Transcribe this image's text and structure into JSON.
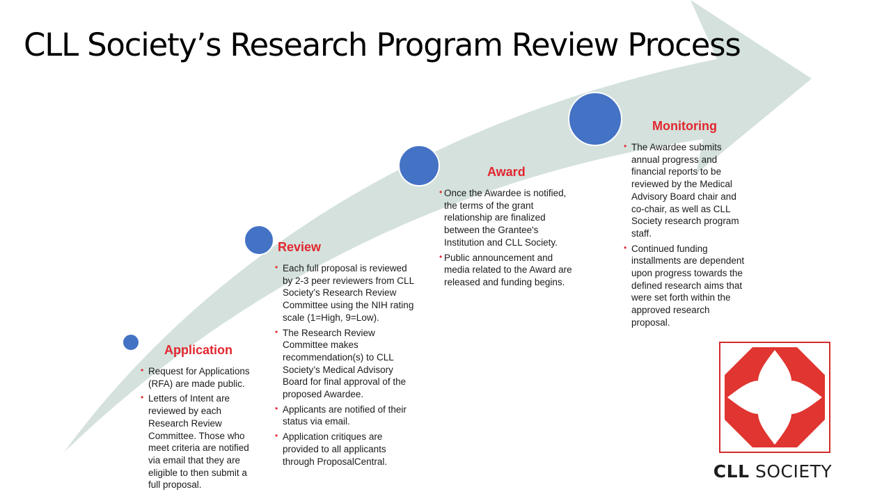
{
  "title": "CLL Society’s Research Program Review Process",
  "colors": {
    "arrow": "#d4e1dc",
    "dot": "#4472c4",
    "heading": "#e3262f",
    "logo_red": "#e03530"
  },
  "stages": [
    {
      "name": "Application",
      "bullets": [
        "Request for Applications (RFA) are made public.",
        "Letters of Intent are reviewed by each Research Review Committee. Those who meet criteria are notified via email that they are eligible to then submit a full proposal."
      ]
    },
    {
      "name": "Review",
      "bullets": [
        "Each full proposal is reviewed by 2-3 peer reviewers from CLL Society’s Research Review Committee using the NIH rating scale (1=High, 9=Low).",
        "The Research Review Committee makes recommendation(s) to CLL Society’s Medical Advisory Board for final approval of the proposed Awardee.",
        "Applicants are notified of their status via email.",
        "Application critiques are provided to all applicants through ProposalCentral."
      ]
    },
    {
      "name": "Award",
      "bullets": [
        "Once the Awardee is notified, the terms of the grant relationship are finalized between the Grantee's Institution and CLL Society.",
        "Public announcement and media related to the Award are released and funding begins."
      ]
    },
    {
      "name": "Monitoring",
      "bullets": [
        "The Awardee submits annual progress and financial reports to be reviewed by the Medical Advisory Board chair and co-chair, as well as CLL Society research program staff.",
        "Continued funding installments are dependent upon progress towards the defined research aims that were set forth within the approved research proposal."
      ]
    }
  ],
  "logo": {
    "text_bold": "CLL",
    "text_regular": " SOCIETY"
  }
}
